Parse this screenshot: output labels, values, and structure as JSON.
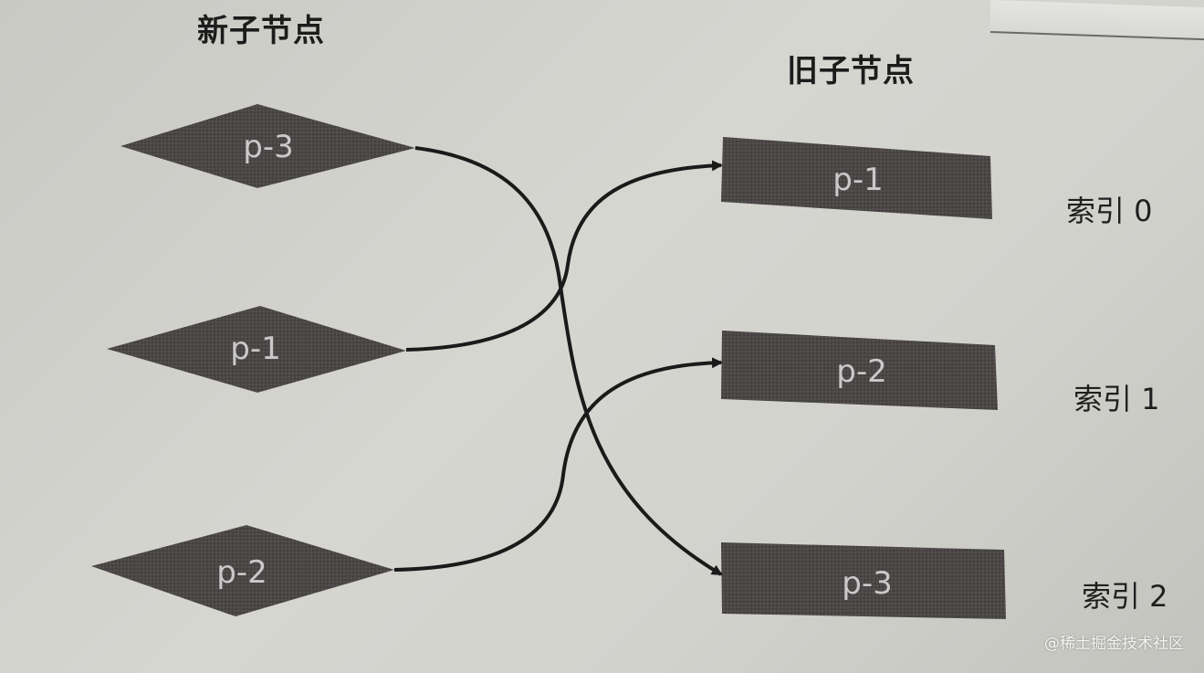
{
  "new_children_title": "新子节点",
  "old_children_title": "旧子节点",
  "new_nodes": [
    {
      "label": "p-3"
    },
    {
      "label": "p-1"
    },
    {
      "label": "p-2"
    }
  ],
  "old_nodes": [
    {
      "label": "p-1",
      "index_label": "索引 0"
    },
    {
      "label": "p-2",
      "index_label": "索引 1"
    },
    {
      "label": "p-3",
      "index_label": "索引 2"
    }
  ],
  "watermark": "@稀土掘金技术社区",
  "colors": {
    "node_fill": "#4a4746",
    "node_text": "#c9c9c9",
    "arrow": "#1a1a1a"
  }
}
